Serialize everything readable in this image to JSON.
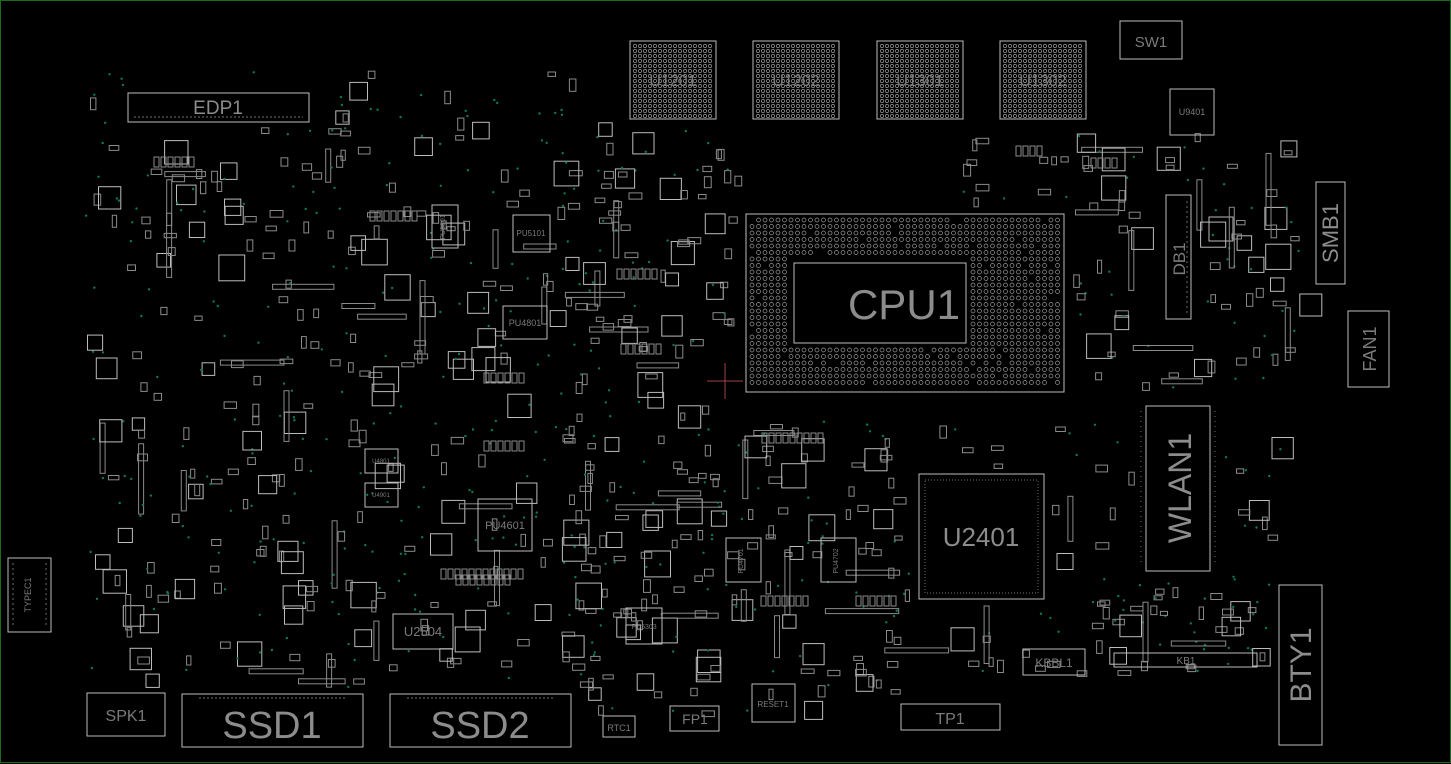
{
  "board": {
    "colors": {
      "background": "#000000",
      "outline": "#bcbcbc",
      "via": "#0c7a52",
      "frame": "#1e6b1e",
      "cursor": "#a0404a"
    },
    "labels": {
      "edp": "EDP1",
      "mem1": "U1201",
      "mem2": "U1202",
      "mem3": "U1301",
      "mem4": "U1302",
      "sw": "SW1",
      "cpu": "CPU1",
      "smb": "SMB1",
      "db": "DB1",
      "fan": "FAN1",
      "wlan": "WLAN1",
      "u2401": "U2401",
      "bty": "BTY1",
      "kb": "KB1",
      "kbbl": "KBBL1",
      "tp": "TP1",
      "reset": "RESET1",
      "fp": "FP1",
      "rtc": "RTC1",
      "ssd1": "SSD1",
      "ssd2": "SSD2",
      "spk": "SPK1",
      "u2504": "U2504",
      "typec": "TYPEC1",
      "pu4601": "PU4601",
      "pu4801": "PU4801",
      "pu5101": "PU5101",
      "pu5301": "PU5301",
      "pu4701": "PU4701",
      "pu4702": "PU4702",
      "pu5303": "PU5303",
      "u9401": "U9401",
      "u4801": "U4801",
      "u4901": "U4901"
    }
  }
}
